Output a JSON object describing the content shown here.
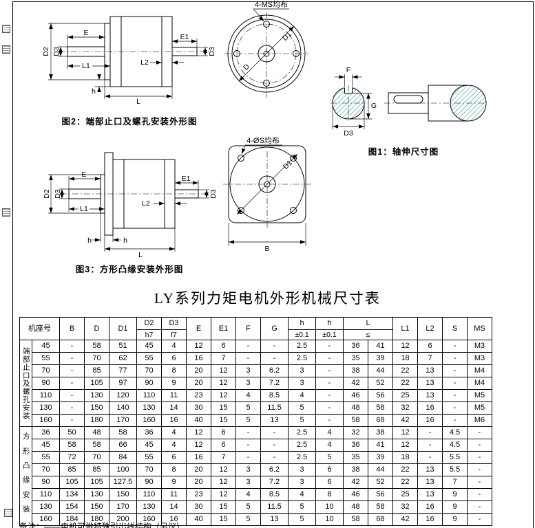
{
  "title": "LY系列力矩电机外形机械尺寸表",
  "note": "备注：——电机可做特殊引出线结构（另议）",
  "figures": {
    "fig1": {
      "caption": "图1：轴伸尺寸图"
    },
    "fig2": {
      "caption": "图2：端部止口及螺孔安装外形图",
      "holes_label": "4-MS均布"
    },
    "fig3": {
      "caption": "图3：方形凸缘安装外形图",
      "holes_label": "4-ØS均布"
    }
  },
  "dims": {
    "D": "D",
    "D1": "D1",
    "D2": "D2",
    "D3": "D3",
    "E": "E",
    "E1": "E1",
    "F": "F",
    "G": "G",
    "h": "h",
    "L": "L",
    "L1": "L1",
    "L2": "L2",
    "B": "B"
  },
  "colors": {
    "hatch": "#2E9E96",
    "line": "#000000"
  },
  "table": {
    "header": {
      "row1": [
        {
          "label": "机座号",
          "colspan": 2,
          "rowspan": 2
        },
        {
          "label": "B",
          "rowspan": 2
        },
        {
          "label": "D",
          "rowspan": 2
        },
        {
          "label": "D1",
          "rowspan": 2
        },
        {
          "label": "D2"
        },
        {
          "label": "D3"
        },
        {
          "label": "E",
          "rowspan": 2
        },
        {
          "label": "E1",
          "rowspan": 2
        },
        {
          "label": "F",
          "rowspan": 2
        },
        {
          "label": "G",
          "rowspan": 2
        },
        {
          "label": "h"
        },
        {
          "label": "h"
        },
        {
          "label": "L",
          "colspan": 2
        },
        {
          "label": "L1",
          "rowspan": 2
        },
        {
          "label": "L2",
          "rowspan": 2
        },
        {
          "label": "S",
          "rowspan": 2
        },
        {
          "label": "MS",
          "rowspan": 2
        }
      ],
      "row2": [
        {
          "label": "h7"
        },
        {
          "label": "f7"
        },
        {
          "label": "±0.1"
        },
        {
          "label": "±0.1"
        },
        {
          "label": "≤",
          "colspan": 2
        }
      ]
    },
    "groups": [
      {
        "label": "端部止口及螺孔安装",
        "rows": [
          [
            "45",
            "-",
            "58",
            "51",
            "45",
            "4",
            "12",
            "6",
            "-",
            "-",
            "2.5",
            "-",
            "36",
            "41",
            "12",
            "6",
            "-",
            "M3"
          ],
          [
            "55",
            "-",
            "70",
            "62",
            "55",
            "6",
            "16",
            "7",
            "-",
            "-",
            "2.5",
            "-",
            "35",
            "39",
            "18",
            "7",
            "-",
            "M3"
          ],
          [
            "70",
            "-",
            "85",
            "77",
            "70",
            "8",
            "20",
            "12",
            "3",
            "6.2",
            "3",
            "-",
            "38",
            "44",
            "22",
            "13",
            "-",
            "M4"
          ],
          [
            "90",
            "-",
            "105",
            "97",
            "90",
            "9",
            "20",
            "12",
            "3",
            "7.2",
            "3",
            "-",
            "42",
            "52",
            "22",
            "13",
            "-",
            "M4"
          ],
          [
            "110",
            "-",
            "130",
            "120",
            "110",
            "11",
            "23",
            "12",
            "4",
            "8.5",
            "4",
            "-",
            "46",
            "56",
            "25",
            "13",
            "-",
            "M5"
          ],
          [
            "130",
            "-",
            "150",
            "140",
            "130",
            "14",
            "30",
            "15",
            "5",
            "11.5",
            "5",
            "-",
            "48",
            "58",
            "32",
            "16",
            "-",
            "M5"
          ],
          [
            "160",
            "-",
            "180",
            "170",
            "160",
            "16",
            "40",
            "15",
            "5",
            "13",
            "5",
            "-",
            "58",
            "68",
            "42",
            "16",
            "-",
            "M6"
          ]
        ]
      },
      {
        "label": "方形凸缘安装",
        "rows": [
          [
            "36",
            "50",
            "48",
            "58",
            "36",
            "4",
            "12",
            "6",
            "-",
            "-",
            "2.5",
            "4",
            "32",
            "38",
            "12",
            "-",
            "4.5",
            "-"
          ],
          [
            "45",
            "58",
            "58",
            "66",
            "45",
            "4",
            "12",
            "6",
            "-",
            "-",
            "2.5",
            "4",
            "36",
            "41",
            "12",
            "-",
            "4.5",
            "-"
          ],
          [
            "55",
            "72",
            "70",
            "84",
            "55",
            "6",
            "16",
            "7",
            "-",
            "-",
            "2.5",
            "5",
            "35",
            "39",
            "18",
            "-",
            "5.5",
            "-"
          ],
          [
            "70",
            "85",
            "85",
            "100",
            "70",
            "8",
            "20",
            "12",
            "3",
            "6.2",
            "3",
            "6",
            "38",
            "44",
            "22",
            "13",
            "5.5",
            "-"
          ],
          [
            "90",
            "105",
            "105",
            "127.5",
            "90",
            "9",
            "20",
            "12",
            "3",
            "7.2",
            "3",
            "6",
            "42",
            "52",
            "22",
            "13",
            "7",
            "-"
          ],
          [
            "110",
            "134",
            "130",
            "150",
            "110",
            "11",
            "23",
            "12",
            "4",
            "8.5",
            "4",
            "8",
            "46",
            "56",
            "25",
            "13",
            "9",
            "-"
          ],
          [
            "130",
            "154",
            "150",
            "170",
            "130",
            "14",
            "30",
            "15",
            "5",
            "11.5",
            "5",
            "10",
            "48",
            "58",
            "32",
            "16",
            "9",
            "-"
          ],
          [
            "160",
            "184",
            "180",
            "200",
            "160",
            "16",
            "40",
            "15",
            "5",
            "13",
            "5",
            "10",
            "58",
            "68",
            "42",
            "16",
            "9",
            "-"
          ]
        ]
      }
    ]
  }
}
